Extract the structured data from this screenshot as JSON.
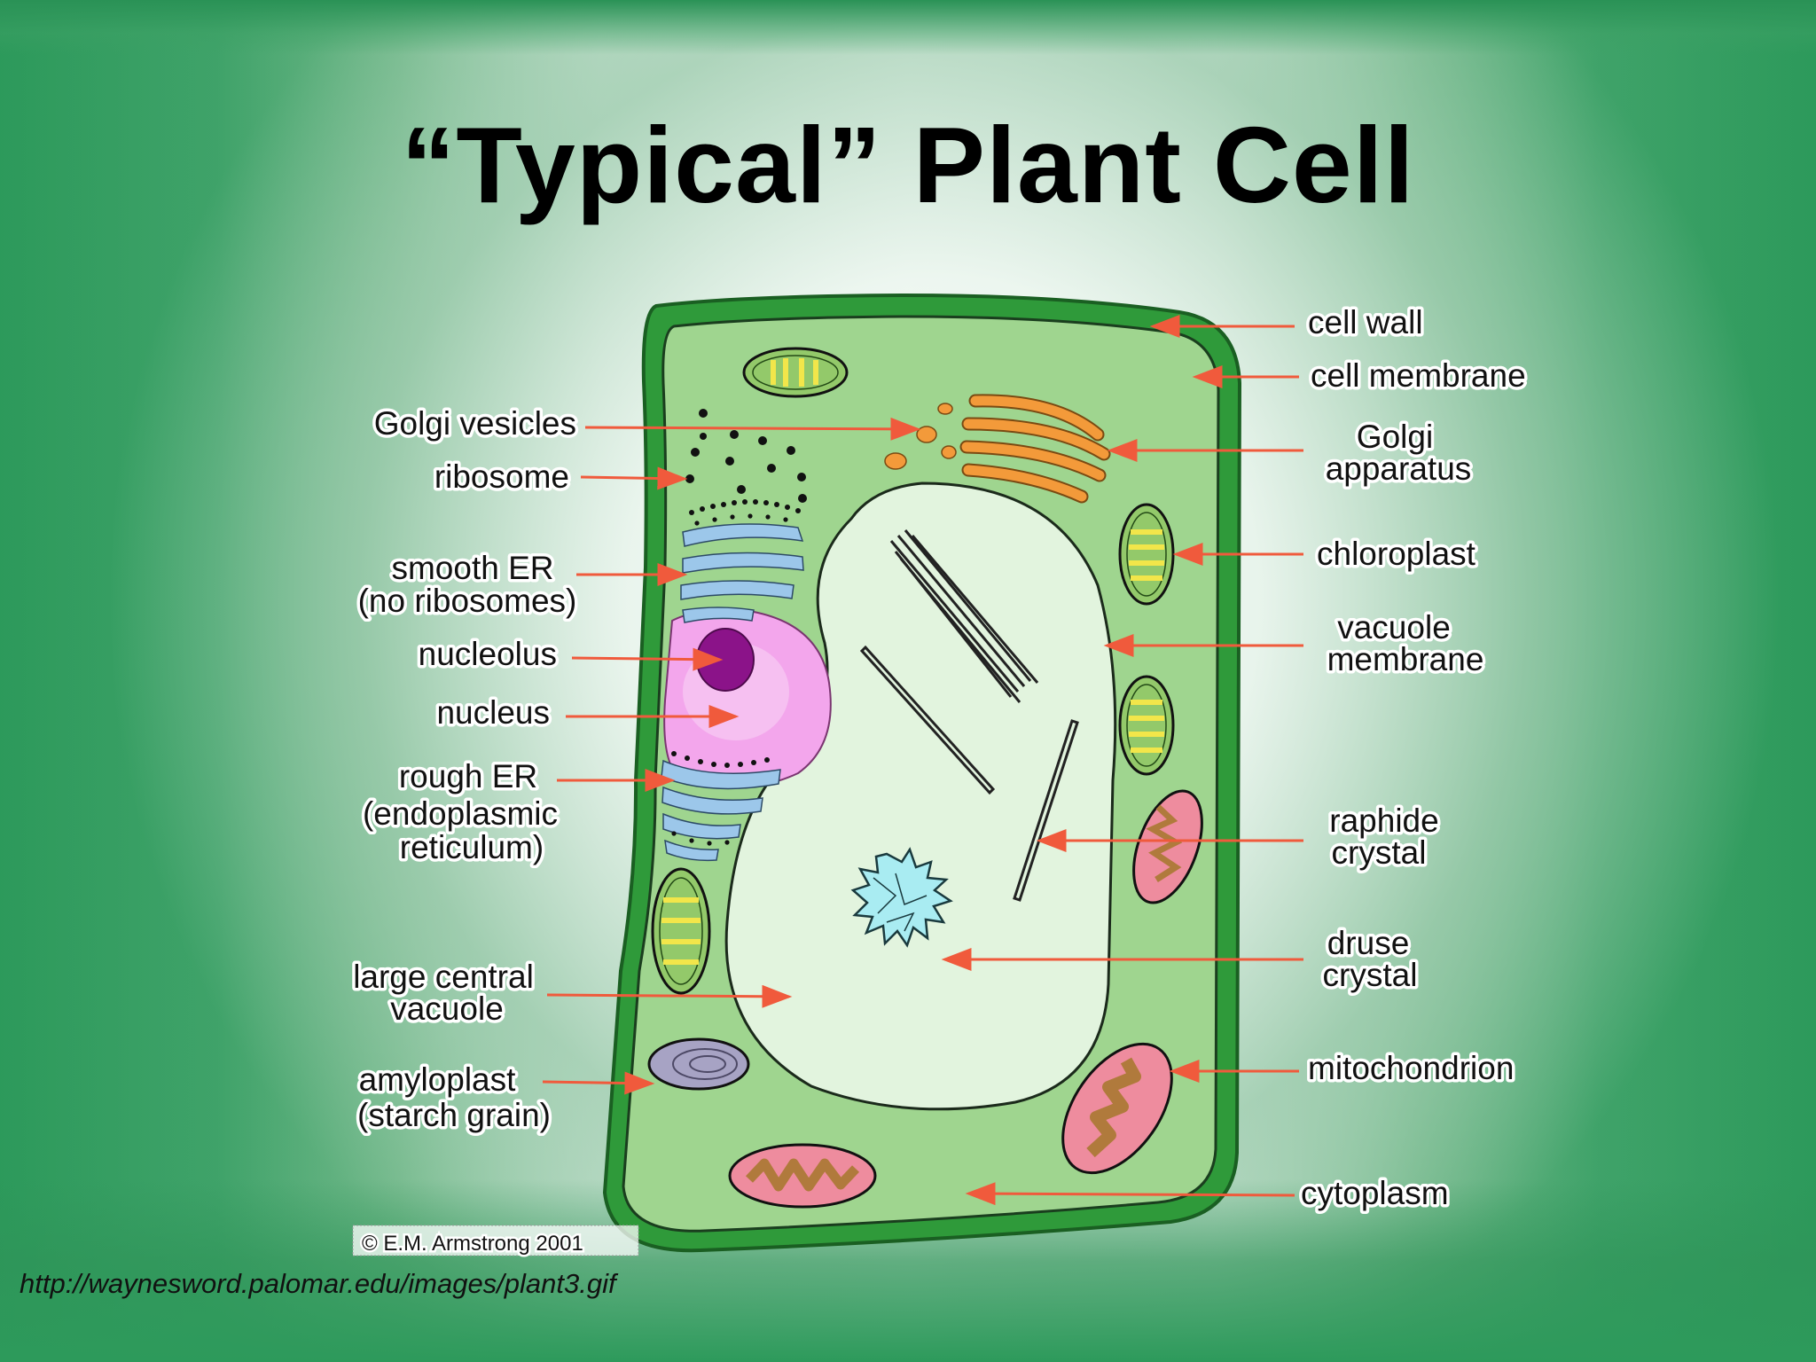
{
  "title": "“Typical” Plant Cell",
  "copyright": "© E.M. Armstrong 2001",
  "source_url": "http://waynesword.palomar.edu/images/plant3.gif",
  "colors": {
    "arrow": "#f05a3c",
    "cell_wall": "#2f9a3a",
    "cytoplasm": "#9fd58f",
    "vacuole": "#e2f4de",
    "nucleus": "#f3a6ec",
    "nucleolus": "#8b1389",
    "golgi": "#f39a3a",
    "er": "#9cc7ea",
    "chloroplast": "#93c96a",
    "mitochondrion": "#ee8c9e"
  },
  "labels": {
    "golgi_vesicles": "Golgi vesicles",
    "ribosome": "ribosome",
    "smooth_er": [
      "smooth ER",
      "(no ribosomes)"
    ],
    "nucleolus": "nucleolus",
    "nucleus": "nucleus",
    "rough_er": [
      "rough ER",
      "(endoplasmic",
      "reticulum)"
    ],
    "large_central_vacuole": [
      "large central",
      "vacuole"
    ],
    "amyloplast": [
      "amyloplast",
      "(starch grain)"
    ],
    "cell_wall": "cell wall",
    "cell_membrane": "cell membrane",
    "golgi_apparatus": [
      "Golgi",
      "apparatus"
    ],
    "chloroplast": "chloroplast",
    "vacuole_membrane": [
      "vacuole",
      "membrane"
    ],
    "raphide_crystal": [
      "raphide",
      "crystal"
    ],
    "druse_crystal": [
      "druse",
      "crystal"
    ],
    "mitochondrion": "mitochondrion",
    "cytoplasm": "cytoplasm"
  }
}
